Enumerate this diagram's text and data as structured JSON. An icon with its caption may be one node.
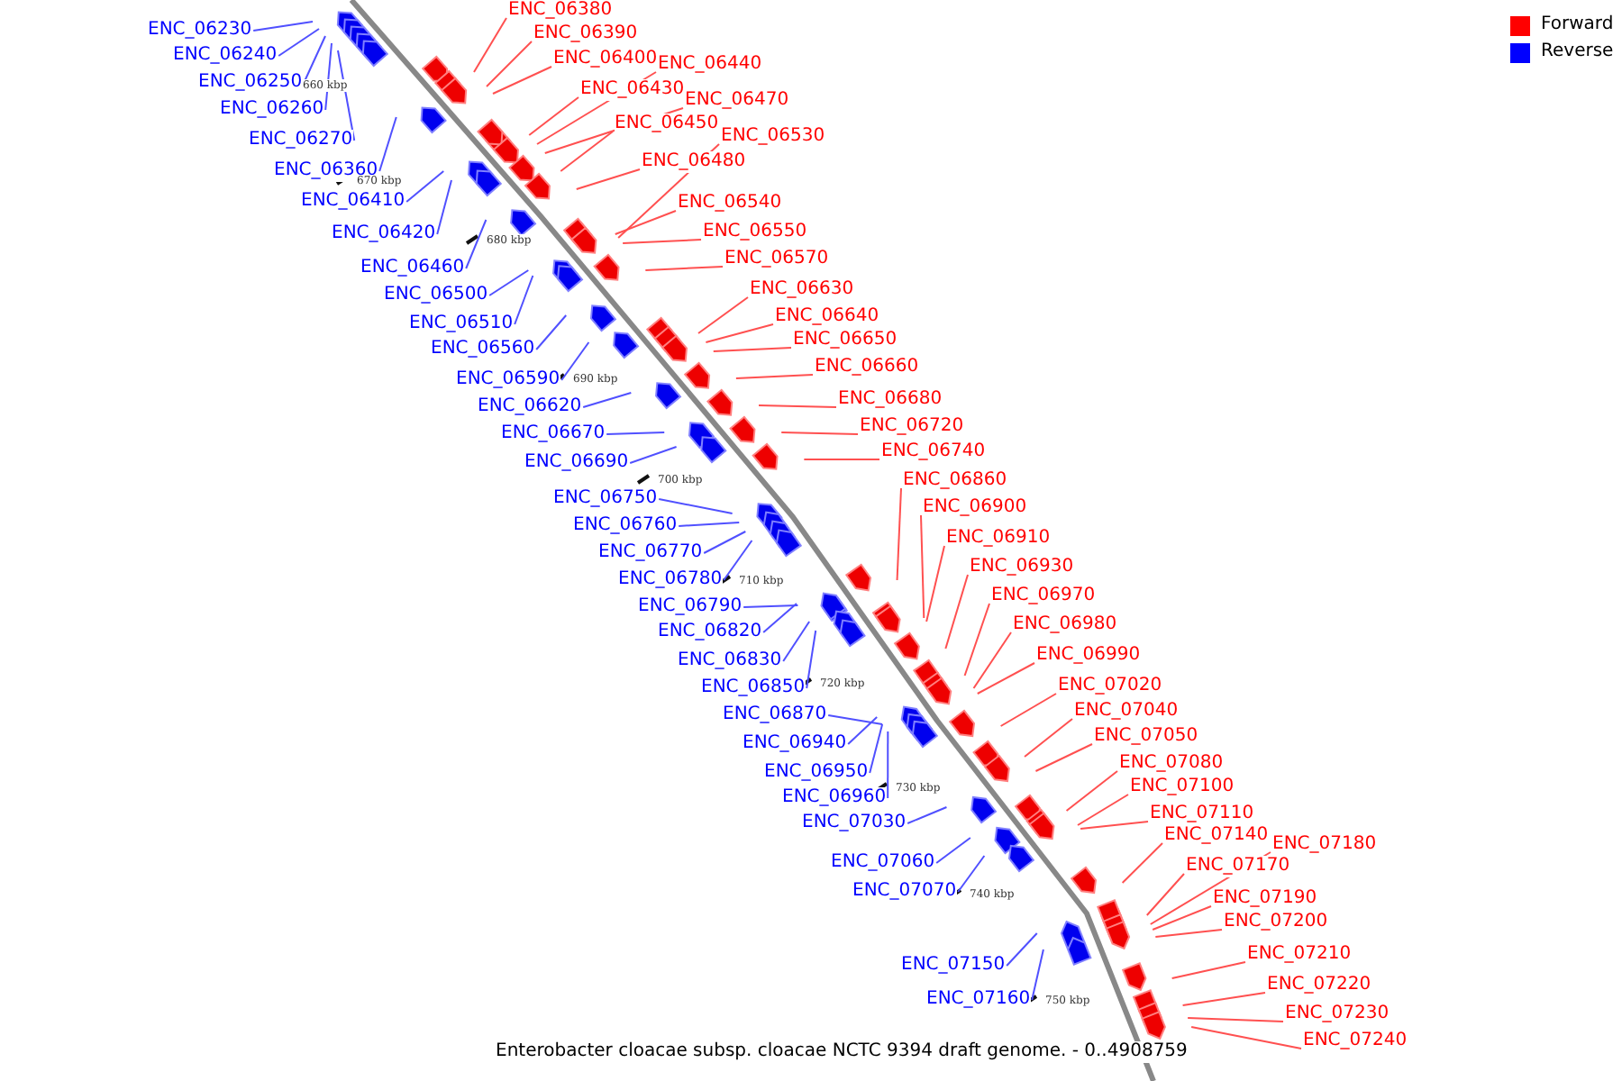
{
  "diagram": {
    "caption": "Enterobacter cloacae subsp. cloacae NCTC 9394 draft genome. - 0..4908759",
    "nodes": [
      {
        "text": [
          "ENC_06380"
        ]
      },
      {
        "text": [
          "ENC_06230"
        ]
      },
      {
        "text": [
          "ENC_06390"
        ]
      },
      {
        "text": [
          "ENC_06240"
        ]
      },
      {
        "text": [
          "ENC_06400"
        ]
      },
      {
        "text": [
          "ENC_06440"
        ]
      },
      {
        "text": [
          "ENC_06250"
        ]
      },
      {
        "text": [
          "ENC_06430"
        ]
      },
      {
        "text": [
          "ENC_06470"
        ]
      },
      {
        "text": [
          "ENC_06260"
        ]
      },
      {
        "text": [
          "ENC_06450"
        ]
      },
      {
        "text": [
          "ENC_06530"
        ]
      },
      {
        "text": [
          "ENC_06270"
        ]
      },
      {
        "text": [
          "ENC_06480"
        ]
      },
      {
        "text": [
          "ENC_06360"
        ]
      },
      {
        "text": [
          "ENC_06410"
        ]
      },
      {
        "text": [
          "ENC_06540"
        ]
      },
      {
        "text": [
          "ENC_06550"
        ]
      },
      {
        "text": [
          "ENC_06420"
        ]
      },
      {
        "text": [
          "ENC_06570"
        ]
      },
      {
        "text": [
          "ENC_06460"
        ]
      },
      {
        "text": [
          "ENC_06630"
        ]
      },
      {
        "text": [
          "ENC_06500"
        ]
      },
      {
        "text": [
          "ENC_06640"
        ]
      },
      {
        "text": [
          "ENC_06510"
        ]
      },
      {
        "text": [
          "ENC_06650"
        ]
      },
      {
        "text": [
          "ENC_06560"
        ]
      },
      {
        "text": [
          "ENC_06660"
        ]
      },
      {
        "text": [
          "ENC_06590"
        ]
      },
      {
        "text": [
          "ENC_06680"
        ]
      },
      {
        "text": [
          "ENC_06620"
        ]
      },
      {
        "text": [
          "ENC_06720"
        ]
      },
      {
        "text": [
          "ENC_06670"
        ]
      },
      {
        "text": [
          "ENC_06740"
        ]
      },
      {
        "text": [
          "ENC_06690"
        ]
      },
      {
        "text": [
          "ENC_06860"
        ]
      },
      {
        "text": [
          "ENC_06750"
        ]
      },
      {
        "text": [
          "ENC_06900"
        ]
      },
      {
        "text": [
          "ENC_06760"
        ]
      },
      {
        "text": [
          "ENC_06910"
        ]
      },
      {
        "text": [
          "ENC_06770"
        ]
      },
      {
        "text": [
          "ENC_06930"
        ]
      },
      {
        "text": [
          "ENC_06780"
        ]
      },
      {
        "text": [
          "ENC_06970"
        ]
      },
      {
        "text": [
          "ENC_06790"
        ]
      },
      {
        "text": [
          "ENC_06980"
        ]
      },
      {
        "text": [
          "ENC_06820"
        ]
      },
      {
        "text": [
          "ENC_06990"
        ]
      },
      {
        "text": [
          "ENC_06830"
        ]
      },
      {
        "text": [
          "ENC_07020"
        ]
      },
      {
        "text": [
          "ENC_06850"
        ]
      },
      {
        "text": [
          "ENC_07040"
        ]
      },
      {
        "text": [
          "ENC_06870"
        ]
      },
      {
        "text": [
          "ENC_07050"
        ]
      },
      {
        "text": [
          "ENC_06940"
        ]
      },
      {
        "text": [
          "ENC_07080"
        ]
      },
      {
        "text": [
          "ENC_06950"
        ]
      },
      {
        "text": [
          "ENC_07100"
        ]
      },
      {
        "text": [
          "ENC_06960"
        ]
      },
      {
        "text": [
          "ENC_07110"
        ]
      },
      {
        "text": [
          "ENC_07030"
        ]
      },
      {
        "text": [
          "ENC_07140"
        ]
      },
      {
        "text": [
          "ENC_07180"
        ]
      },
      {
        "text": [
          "ENC_07060"
        ]
      },
      {
        "text": [
          "ENC_07170"
        ]
      },
      {
        "text": [
          "ENC_07070"
        ]
      },
      {
        "text": [
          "ENC_07190"
        ]
      },
      {
        "text": [
          "ENC_07200"
        ]
      },
      {
        "text": [
          "ENC_07210"
        ]
      },
      {
        "text": [
          "ENC_07150"
        ]
      },
      {
        "text": [
          "ENC_07220"
        ]
      },
      {
        "text": [
          "ENC_07160"
        ]
      },
      {
        "text": [
          "ENC_07230"
        ]
      },
      {
        "text": [
          "ENC_07240"
        ]
      }
    ],
    "edges": [
      {
        "from": 0,
        "to": null,
        "arrow": "none"
      },
      {
        "from": 1,
        "to": null,
        "arrow": "none",
        "color": "#5050ff"
      },
      {
        "from": 2,
        "to": null,
        "arrow": "none"
      },
      {
        "from": 3,
        "to": null,
        "arrow": "none",
        "color": "#5050ff"
      },
      {
        "from": 4,
        "to": null,
        "arrow": "none"
      },
      {
        "from": 5,
        "to": null,
        "arrow": "none"
      },
      {
        "from": 6,
        "to": null,
        "arrow": "none",
        "color": "#5050ff"
      },
      {
        "from": 7,
        "to": null,
        "arrow": "none"
      },
      {
        "from": 8,
        "to": null,
        "arrow": "none"
      },
      {
        "from": 9,
        "to": null,
        "arrow": "none",
        "color": "#5050ff"
      },
      {
        "from": 10,
        "to": null,
        "arrow": "none"
      },
      {
        "from": 11,
        "to": null,
        "arrow": "none"
      },
      {
        "from": 12,
        "to": null,
        "arrow": "none",
        "color": "#5050ff"
      },
      {
        "from": 13,
        "to": null,
        "arrow": "none"
      },
      {
        "from": 14,
        "to": null,
        "arrow": "none",
        "color": "#5050ff"
      },
      {
        "from": 15,
        "to": null,
        "arrow": "none",
        "color": "#5050ff"
      },
      {
        "from": 16,
        "to": null,
        "arrow": "none"
      },
      {
        "from": 17,
        "to": null,
        "arrow": "none"
      },
      {
        "from": 18,
        "to": null,
        "arrow": "none",
        "color": "#5050ff"
      },
      {
        "from": 19,
        "to": null,
        "arrow": "none"
      },
      {
        "from": 20,
        "to": null,
        "arrow": "none",
        "color": "#5050ff"
      },
      {
        "from": 21,
        "to": null,
        "arrow": "none"
      },
      {
        "from": 22,
        "to": null,
        "arrow": "none",
        "color": "#5050ff"
      },
      {
        "from": 23,
        "to": null,
        "arrow": "none"
      },
      {
        "from": 24,
        "to": null,
        "arrow": "none",
        "color": "#5050ff"
      },
      {
        "from": 25,
        "to": null,
        "arrow": "none"
      },
      {
        "from": 26,
        "to": null,
        "arrow": "none",
        "color": "#5050ff"
      },
      {
        "from": 27,
        "to": null,
        "arrow": "none"
      },
      {
        "from": 28,
        "to": null,
        "arrow": "none",
        "color": "#5050ff"
      },
      {
        "from": 29,
        "to": null,
        "arrow": "none"
      },
      {
        "from": 30,
        "to": null,
        "arrow": "none",
        "color": "#5050ff"
      },
      {
        "from": 31,
        "to": null,
        "arrow": "none"
      },
      {
        "from": 32,
        "to": null,
        "arrow": "none",
        "color": "#5050ff"
      },
      {
        "from": 33,
        "to": null,
        "arrow": "none"
      },
      {
        "from": 34,
        "to": null,
        "arrow": "none",
        "color": "#5050ff"
      },
      {
        "from": 35,
        "to": null,
        "arrow": "none"
      },
      {
        "from": 36,
        "to": null,
        "arrow": "none",
        "color": "#5050ff"
      },
      {
        "from": 37,
        "to": null,
        "arrow": "none"
      },
      {
        "from": 38,
        "to": null,
        "arrow": "none",
        "color": "#5050ff"
      },
      {
        "from": 39,
        "to": null,
        "arrow": "none"
      },
      {
        "from": 40,
        "to": null,
        "arrow": "none",
        "color": "#5050ff"
      },
      {
        "from": 41,
        "to": null,
        "arrow": "none"
      },
      {
        "from": 42,
        "to": null,
        "arrow": "none",
        "color": "#5050ff"
      },
      {
        "from": 43,
        "to": null,
        "arrow": "none"
      },
      {
        "from": 44,
        "to": null,
        "arrow": "none",
        "color": "#5050ff"
      },
      {
        "from": 45,
        "to": null,
        "arrow": "none"
      },
      {
        "from": 46,
        "to": null,
        "arrow": "none",
        "color": "#5050ff"
      },
      {
        "from": 47,
        "to": null,
        "arrow": "none"
      },
      {
        "from": 48,
        "to": null,
        "arrow": "none",
        "color": "#5050ff"
      },
      {
        "from": 49,
        "to": null,
        "arrow": "none"
      },
      {
        "from": 50,
        "to": null,
        "arrow": "none",
        "color": "#5050ff"
      },
      {
        "from": 51,
        "to": null,
        "arrow": "none"
      },
      {
        "from": 52,
        "to": null,
        "arrow": "none",
        "color": "#5050ff"
      },
      {
        "from": 53,
        "to": null,
        "arrow": "none"
      },
      {
        "from": 54,
        "to": null,
        "arrow": "none",
        "color": "#5050ff"
      },
      {
        "from": 55,
        "to": null,
        "arrow": "none"
      },
      {
        "from": 56,
        "to": null,
        "arrow": "none",
        "color": "#5050ff"
      },
      {
        "from": 57,
        "to": null,
        "arrow": "none"
      },
      {
        "from": 58,
        "to": null,
        "arrow": "none",
        "color": "#5050ff"
      },
      {
        "from": 59,
        "to": null,
        "arrow": "none"
      },
      {
        "from": 60,
        "to": null,
        "arrow": "none",
        "color": "#5050ff"
      },
      {
        "from": 61,
        "to": null,
        "arrow": "none"
      },
      {
        "from": 62,
        "to": null,
        "arrow": "none"
      },
      {
        "from": 63,
        "to": null,
        "arrow": "none",
        "color": "#5050ff"
      },
      {
        "from": 64,
        "to": null,
        "arrow": "none"
      },
      {
        "from": 65,
        "to": null,
        "arrow": "none",
        "color": "#5050ff"
      },
      {
        "from": 66,
        "to": null,
        "arrow": "none"
      },
      {
        "from": 67,
        "to": null,
        "arrow": "none"
      },
      {
        "from": 68,
        "to": null,
        "arrow": "none"
      },
      {
        "from": 69,
        "to": null,
        "arrow": "none",
        "color": "#5050ff"
      },
      {
        "from": 70,
        "to": null,
        "arrow": "none"
      },
      {
        "from": 71,
        "to": null,
        "arrow": "none",
        "color": "#5050ff"
      },
      {
        "from": 72,
        "to": null,
        "arrow": "none"
      },
      {
        "from": 73,
        "to": null,
        "arrow": "none"
      }
    ],
    "labels": [
      "660 kbp",
      "670 kbp",
      "680 kbp",
      "690 kbp",
      "700 kbp",
      "710 kbp",
      "720 kbp",
      "730 kbp",
      "740 kbp",
      "750 kbp"
    ],
    "legend": [
      {
        "text": "Forward",
        "color": "#ff0000"
      },
      {
        "text": "Reverse",
        "color": "#0000ff"
      }
    ]
  }
}
